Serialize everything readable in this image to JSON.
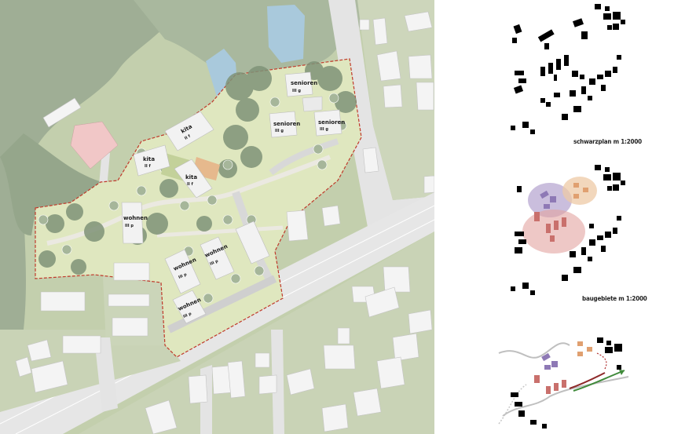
{
  "site_plan": {
    "building_labels": {
      "senioren_1": "senioren",
      "senioren_2": "senioren",
      "senioren_3": "senioren",
      "senioren_floors": "III g",
      "kita_1": "kita",
      "kita_2": "kita",
      "kita_3": "kita",
      "kita_floors": "II f",
      "wohnen_1": "wohnen",
      "wohnen_2": "wohnen",
      "wohnen_3": "wohnen",
      "wohnen_4": "wohnen",
      "wohnen_floors": "III p"
    }
  },
  "captions": {
    "schwarzplan": "schwarzplan  m 1:2000",
    "baugebiete": "baugebiete  m 1:2000"
  },
  "colors": {
    "forest": "#9fae95",
    "meadow": "#c6d1ae",
    "site_green": "#dfe7bf",
    "street": "#e4e4e4",
    "building": "#f4f4f4",
    "boundary": "#c0392b",
    "water": "#a9c9dc",
    "purple_zone": "#b4a3cf",
    "orange_zone": "#eec9a6",
    "red_zone": "#e3a3a0"
  }
}
